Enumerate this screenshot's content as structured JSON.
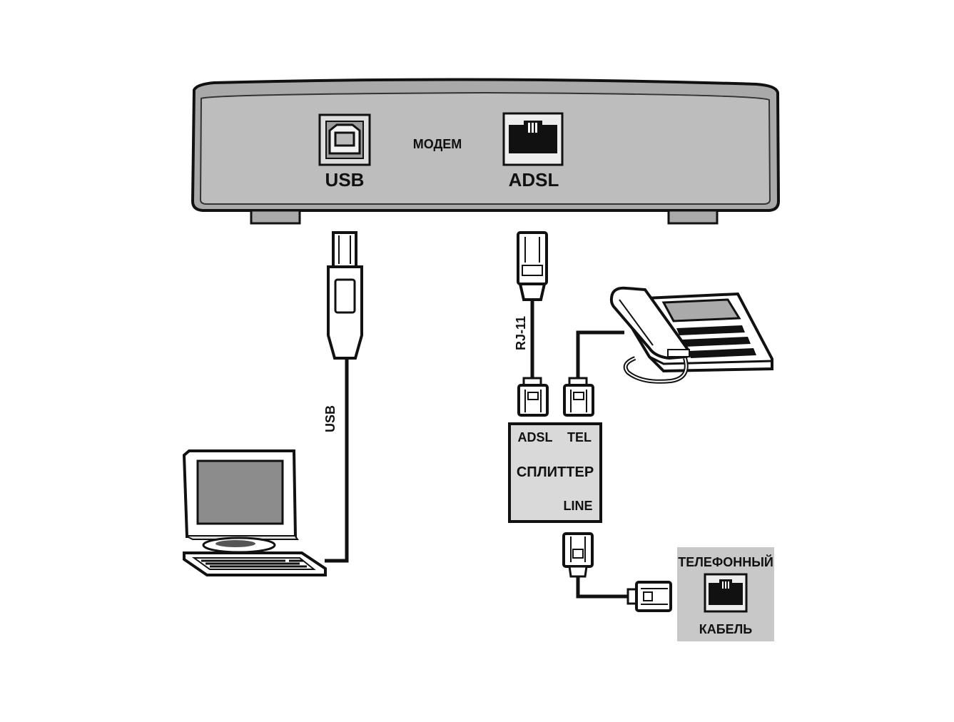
{
  "modem": {
    "title": "МОДЕМ",
    "usb_port_label": "USB",
    "adsl_port_label": "ADSL"
  },
  "cables": {
    "usb_label": "USB",
    "rj11_label": "RJ-11"
  },
  "splitter": {
    "title": "СПЛИТТЕР",
    "adsl_label": "ADSL",
    "tel_label": "TEL",
    "line_label": "LINE"
  },
  "wall_socket": {
    "top_label": "ТЕЛЕФОННЫЙ",
    "bottom_label": "КАБЕЛЬ"
  },
  "colors": {
    "modem_body": "#a9a9a9",
    "modem_face": "#bcbcbc",
    "splitter": "#d9d9d9",
    "socket_bg": "#c8c8c8",
    "screen": "#8c8c8c",
    "outline": "#111111"
  }
}
